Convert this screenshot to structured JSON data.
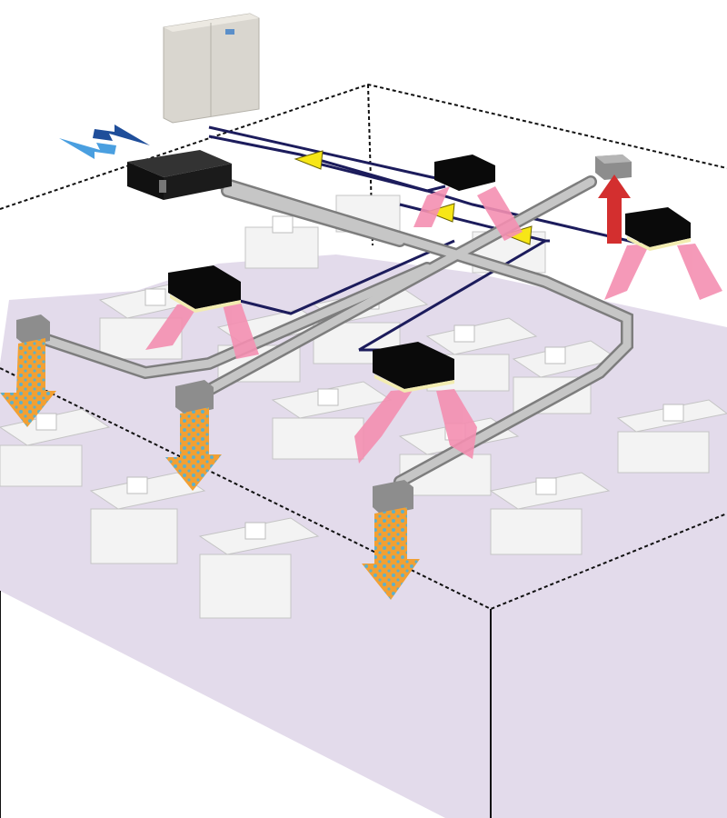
{
  "diagram": {
    "description_visible_text": "",
    "colors": {
      "floor": "#e3dbeb",
      "wall_line": "#111111",
      "duct": "#b9b9b9",
      "duct_dark": "#7d7d7d",
      "cassette": "#0a0a0a",
      "pipe": "#1c1c5c",
      "supply_arrow": "#f48fb1",
      "exhaust_arrow": "#d32f2f",
      "fresh_air_arrow": "#f2a033",
      "fresh_air_dots": "#5fb0c8",
      "intake_arrow": "#4a9fe0",
      "outlet_arrow": "#1f4e9a",
      "flow_triangle": "#f7e617",
      "furniture": "#f1f1f1",
      "outdoor_unit": "#d9d6cf"
    },
    "components": [
      {
        "id": "outdoor-unit",
        "icon": "outdoor-unit-icon"
      },
      {
        "id": "heat-recovery-ventilator",
        "icon": "ventilator-box-icon"
      },
      {
        "id": "indoor-cassette",
        "icon": "cassette-unit-icon",
        "count": 4
      },
      {
        "id": "fresh-air-diffuser",
        "icon": "ceiling-diffuser-icon",
        "count": 3
      },
      {
        "id": "exhaust-grille",
        "icon": "exhaust-grille-icon",
        "count": 1
      }
    ]
  }
}
